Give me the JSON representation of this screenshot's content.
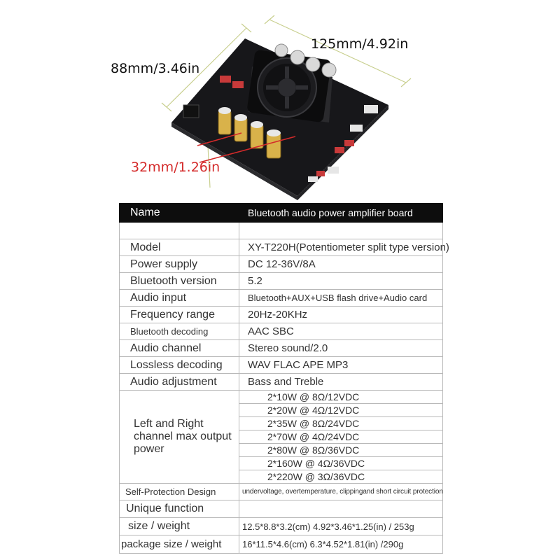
{
  "dimensions": {
    "width": "88mm/3.46in",
    "length": "125mm/4.92in",
    "height": "32mm/1.26in"
  },
  "table": {
    "header": {
      "label": "Name",
      "value": "Bluetooth audio power amplifier board"
    },
    "rows": [
      {
        "label": "Model",
        "value": "XY-T220H(Potentiometer split type version)"
      },
      {
        "label": "Power supply",
        "value": "DC 12-36V/8A"
      },
      {
        "label": "Bluetooth version",
        "value": "5.2"
      },
      {
        "label": "Audio input",
        "value": "Bluetooth+AUX+USB flash drive+Audio card"
      },
      {
        "label": "Frequency range",
        "value": "20Hz-20KHz"
      },
      {
        "label": "Bluetooth decoding",
        "value": "AAC SBC"
      },
      {
        "label": "Audio channel",
        "value": "Stereo sound/2.0"
      },
      {
        "label": "Lossless decoding",
        "value": "WAV FLAC APE MP3"
      },
      {
        "label": "Audio adjustment",
        "value": "Bass and Treble"
      }
    ],
    "output_power": {
      "label": "Left and Right channel max output power",
      "values": [
        "2*10W @ 8Ω/12VDC",
        "2*20W @ 4Ω/12VDC",
        "2*35W @ 8Ω/24VDC",
        "2*70W @ 4Ω/24VDC",
        "2*80W @ 8Ω/36VDC",
        "2*160W @ 4Ω/36VDC",
        "2*220W @ 3Ω/36VDC"
      ]
    },
    "protection": {
      "label": "Self-Protection Design",
      "value": "undervoltage, overtemperature, clippingand short circuit protection"
    },
    "unique": {
      "label": "Unique function",
      "value": ""
    },
    "size": {
      "label": "size / weight",
      "value": "12.5*8.8*3.2(cm) 4.92*3.46*1.25(in)  / 253g"
    },
    "package": {
      "label": "package size / weight",
      "value": "16*11.5*4.6(cm) 6.3*4.52*1.81(in)  /290g"
    }
  }
}
